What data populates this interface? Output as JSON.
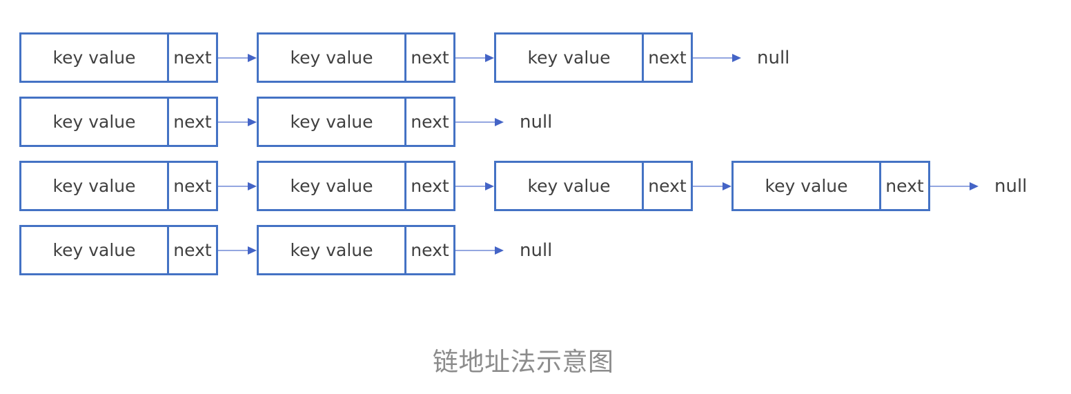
{
  "diagram": {
    "caption": "链地址法示意图",
    "node_label_key": "key value",
    "node_label_next": "next",
    "terminator_label": "null",
    "chains": [
      {
        "length": 3
      },
      {
        "length": 2
      },
      {
        "length": 4
      },
      {
        "length": 2
      }
    ],
    "colors": {
      "background": "#ffffff",
      "node_border": "#4472c4",
      "node_text": "#404040",
      "arrow_line": "#93a6e0",
      "arrow_head": "#4464c6",
      "caption_text": "#8c8c8c"
    }
  }
}
